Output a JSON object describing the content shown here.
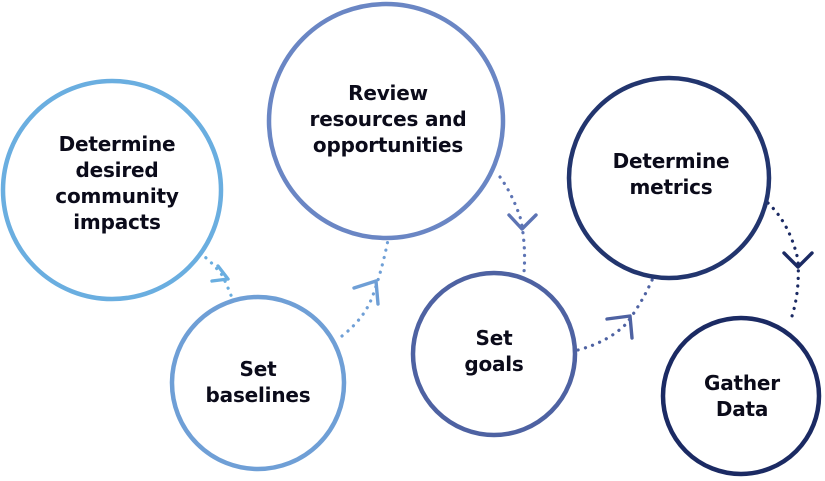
{
  "steps": [
    {
      "lines": [
        "Determine",
        "desired",
        "community",
        "impacts"
      ],
      "color": "#6aaee0"
    },
    {
      "lines": [
        "Set",
        "baselines"
      ],
      "color": "#6f9fd6"
    },
    {
      "lines": [
        "Review",
        "resources and",
        "opportunities"
      ],
      "color": "#6a86c4"
    },
    {
      "lines": [
        "Set",
        "goals"
      ],
      "color": "#4e62a2"
    },
    {
      "lines": [
        "Determine",
        "metrics"
      ],
      "color": "#22356e"
    },
    {
      "lines": [
        "Gather",
        "Data"
      ],
      "color": "#1b2a63"
    }
  ],
  "connectors": [
    {
      "from": "Determine desired community impacts",
      "to": "Set baselines",
      "color": "#6aaee0"
    },
    {
      "from": "Set baselines",
      "to": "Review resources and opportunities",
      "color": "#6f9fd6"
    },
    {
      "from": "Review resources and opportunities",
      "to": "Set goals",
      "color": "#5d74b4"
    },
    {
      "from": "Set goals",
      "to": "Determine metrics",
      "color": "#4e62a2"
    },
    {
      "from": "Determine metrics",
      "to": "Gather Data",
      "color": "#1b2a63"
    }
  ]
}
